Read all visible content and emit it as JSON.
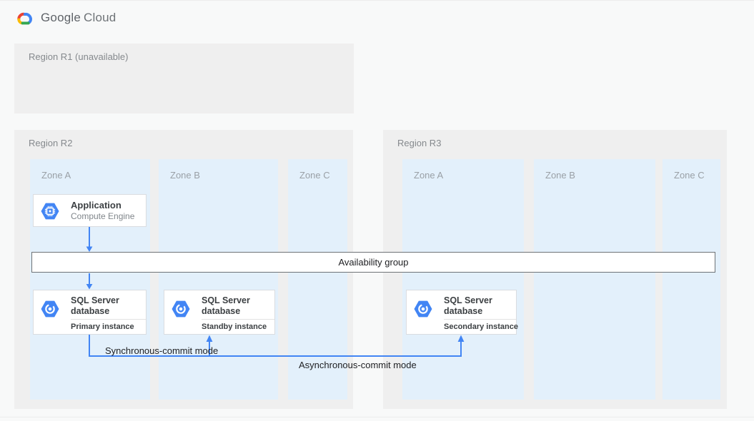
{
  "brand": {
    "google": "Google",
    "cloud": "Cloud"
  },
  "regions": [
    {
      "label": "Region R1 (unavailable)",
      "zones": []
    },
    {
      "label": "Region R2",
      "zones": [
        {
          "label": "Zone A"
        },
        {
          "label": "Zone B"
        },
        {
          "label": "Zone C"
        }
      ]
    },
    {
      "label": "Region R3",
      "zones": [
        {
          "label": "Zone A"
        },
        {
          "label": "Zone B"
        },
        {
          "label": "Zone C"
        }
      ]
    }
  ],
  "nodes": {
    "application": {
      "title": "Application",
      "subtitle": "Compute Engine",
      "icon": "compute-engine-icon"
    },
    "availability_group": {
      "label": "Availability group"
    },
    "sql_primary": {
      "title": "SQL Server database",
      "instance": "Primary instance",
      "icon": "sql-server-database-icon"
    },
    "sql_standby": {
      "title": "SQL Server database",
      "instance": "Standby instance",
      "icon": "sql-server-database-icon"
    },
    "sql_secondary": {
      "title": "SQL Server database",
      "instance": "Secondary instance",
      "icon": "sql-server-database-icon"
    }
  },
  "connections": {
    "synchronous": {
      "label": "Synchronous-commit mode"
    },
    "asynchronous": {
      "label": "Asynchronous-commit mode"
    }
  },
  "colors": {
    "accent_blue": "#4285f4",
    "region_bg": "#efefef",
    "zone_bg": "#e3f0fb",
    "node_border": "#dadce0",
    "availability_border": "#6e7276",
    "logo_red": "#ea4335",
    "logo_yellow": "#fbbc05",
    "logo_green": "#34a853",
    "logo_blue": "#4285f4"
  }
}
